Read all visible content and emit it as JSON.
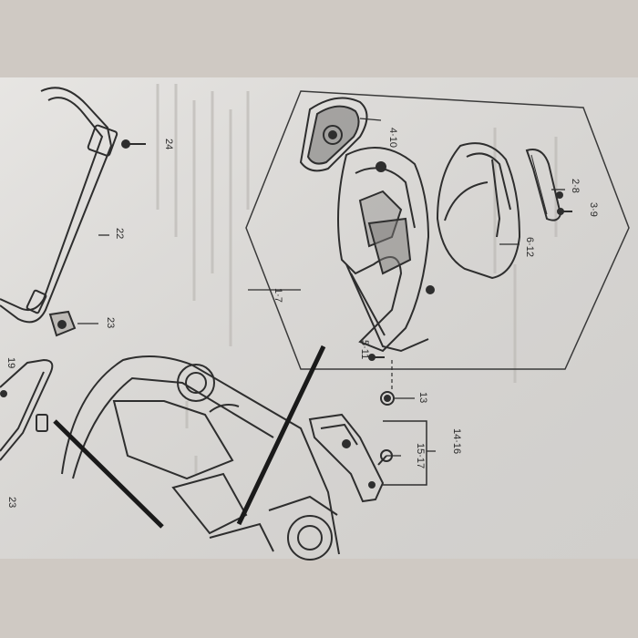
{
  "diagram": {
    "colors": {
      "background": "#cfc9c3",
      "paper": "#e3e1de",
      "ink": "#2e2e2e",
      "ghost_text": "#b9b7b4"
    },
    "callouts": {
      "c_4_10": "4·10",
      "c_24": "24",
      "c_22": "22",
      "c_23_top": "23",
      "c_19": "19",
      "c_23_bottom": "23",
      "c_1_7": "1·7",
      "c_6_12": "6·12",
      "c_2_8": "2·8",
      "c_3_9": "3·9",
      "c_5_11": "5·11",
      "c_13": "13",
      "c_14_16": "14·16",
      "c_15_17": "15·17"
    }
  }
}
